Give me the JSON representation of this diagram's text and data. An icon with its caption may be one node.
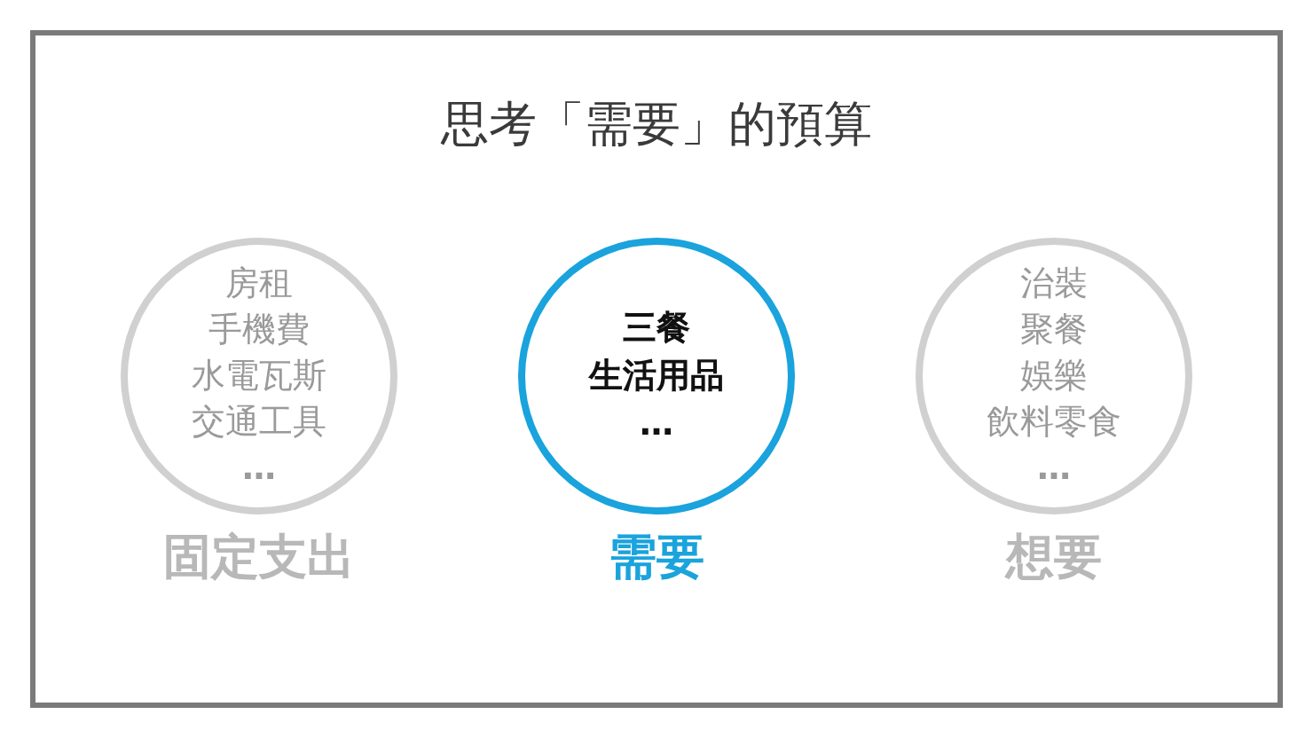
{
  "diagram": {
    "title": "思考「需要」的預算",
    "nodes": [
      {
        "text": [
          "房租",
          "手機費",
          "水電瓦斯",
          "交通工具",
          "…"
        ],
        "beside": [
          "固定支出"
        ]
      },
      {
        "text": [
          "三餐",
          "生活用品",
          "…"
        ],
        "beside": [
          "需要"
        ]
      },
      {
        "text": [
          "治裝",
          "聚餐",
          "娛樂",
          "飲料零食",
          "…"
        ],
        "beside": [
          "想要"
        ]
      }
    ]
  }
}
